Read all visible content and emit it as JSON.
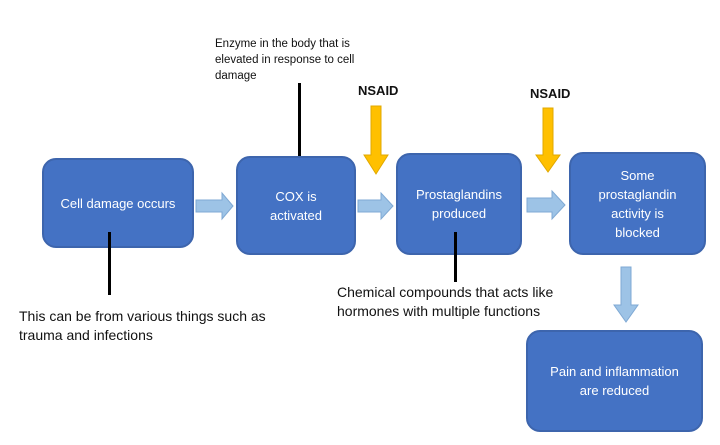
{
  "boxes": {
    "cell_damage": "Cell damage occurs",
    "cox": "COX is activated",
    "prostaglandins": "Prostaglandins produced",
    "blocked": "Some prostaglandin activity is blocked",
    "reduced": "Pain and inflammation are reduced"
  },
  "notes": {
    "enzyme": "Enzyme in the body that is elevated in response to cell damage",
    "causes": "This can be from various things such as trauma and infections",
    "chemical": "Chemical compounds that acts like hormones with multiple functions"
  },
  "nsaid": [
    "NSAID",
    "NSAID"
  ],
  "colors": {
    "box": "#4472c4",
    "flow_arrow": "#9dc3e6",
    "nsaid_arrow": "#ffc000"
  }
}
